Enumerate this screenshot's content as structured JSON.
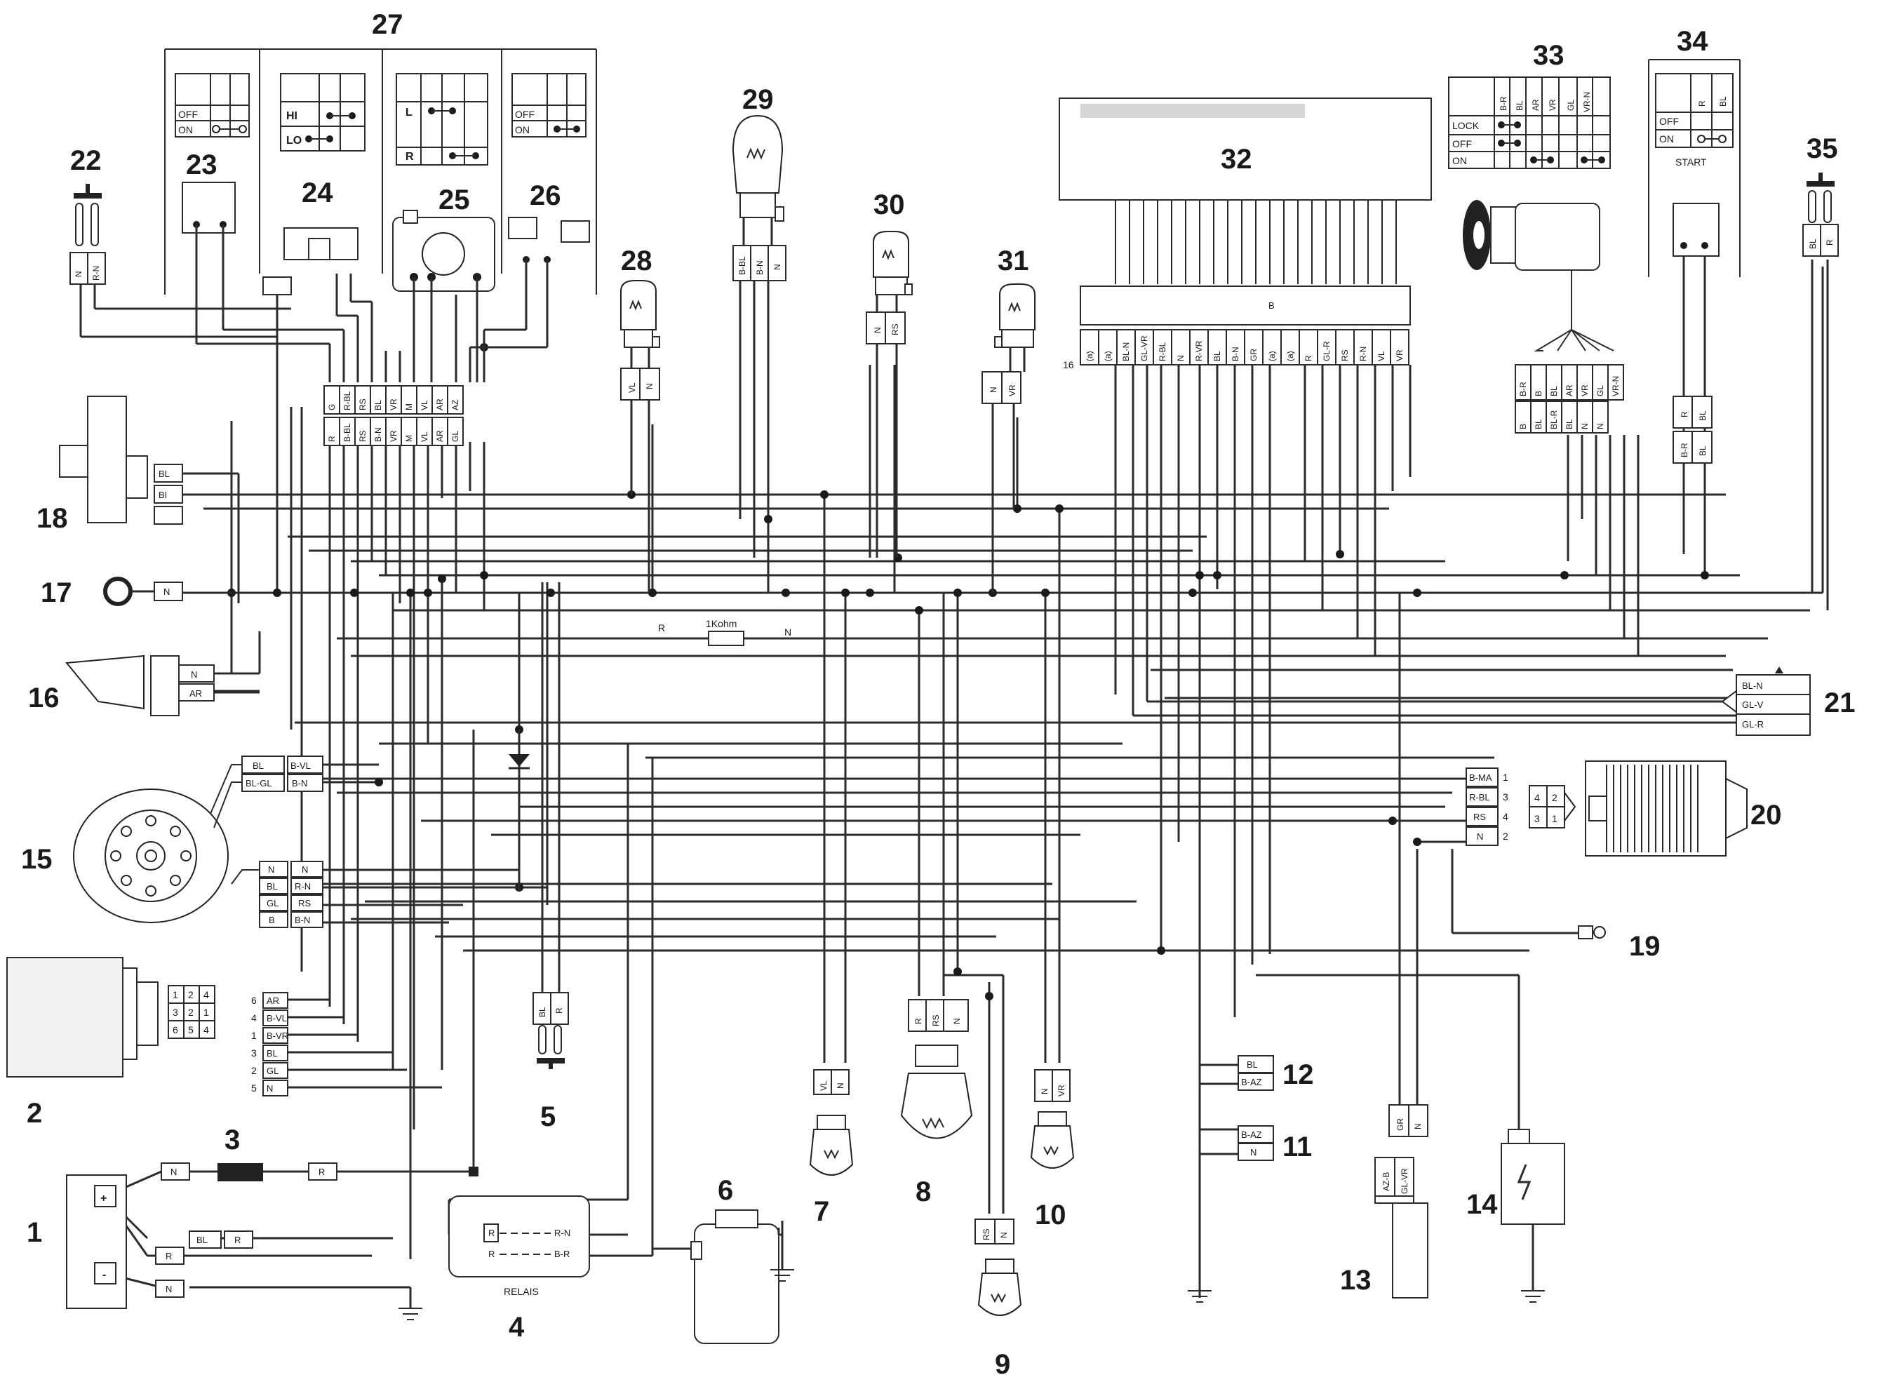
{
  "numbers": {
    "n1": "1",
    "n2": "2",
    "n3": "3",
    "n4": "4",
    "n5": "5",
    "n6": "6",
    "n7": "7",
    "n8": "8",
    "n9": "9",
    "n10": "10",
    "n11": "11",
    "n12": "12",
    "n13": "13",
    "n14": "14",
    "n15": "15",
    "n16": "16",
    "n17": "17",
    "n18": "18",
    "n19": "19",
    "n20": "20",
    "n21": "21",
    "n22": "22",
    "n23": "23",
    "n24": "24",
    "n25": "25",
    "n26": "26",
    "n27": "27",
    "n28": "28",
    "n29": "29",
    "n30": "30",
    "n31": "31",
    "n32": "32",
    "n33": "33",
    "n34": "34",
    "n35": "35"
  },
  "switch_tables": {
    "s23_off": "OFF",
    "s23_on": "ON",
    "s24_hi": "HI",
    "s24_lo": "LO",
    "s25_l": "L",
    "s25_r": "R",
    "s26_off": "OFF",
    "s26_on": "ON",
    "s33_lock": "LOCK",
    "s33_off": "OFF",
    "s33_on": "ON",
    "s33_h1": "B-R",
    "s33_h2": "BL",
    "s33_h3": "AR",
    "s33_h4": "VR",
    "s33_h5": "GL",
    "s33_h6": "VR-N",
    "s34_off": "OFF",
    "s34_on": "ON",
    "s34_start": "START",
    "s34_h1": "R",
    "s34_h2": "BL"
  },
  "components": {
    "relais": "RELAIS",
    "resistor": "1Kohm",
    "resistor_left": "R",
    "resistor_right": "N",
    "ecu_pin16": "16"
  },
  "wire_tags": {
    "t17": "N",
    "t18a": "BL",
    "t18b": "BI",
    "t16a": "N",
    "t16b": "AR",
    "t15a": "BL",
    "t15b": "BL-GL",
    "t15c": "B-VL",
    "t15d": "B-N",
    "t15e": "N",
    "t15f": "BL",
    "t15g": "GL",
    "t15h": "B",
    "t15i": "N",
    "t15j": "R-N",
    "t15k": "RS",
    "t15l": "B-N",
    "t2_6": "AR",
    "t2_4": "B-VL",
    "t2_1": "B-VR",
    "t2_3": "BL",
    "t2_2": "GL",
    "t2_5": "N",
    "p2_6": "6",
    "p2_4": "4",
    "p2_1": "1",
    "p2_3": "3",
    "p2_2": "2",
    "p2_5": "5",
    "t1a": "N",
    "t1b": "R",
    "t1c": "BL",
    "t1d": "R",
    "t1e": "R",
    "t1f": "N",
    "t4a": "R",
    "t4b": "R-N",
    "t4c": "R",
    "t4d": "B-R",
    "t5a": "BL",
    "t5b": "R",
    "t7a": "VL",
    "t7b": "N",
    "t8a": "R",
    "t8b": "RS",
    "t8c": "N",
    "t9a": "RS",
    "t9b": "N",
    "t10a": "N",
    "t10b": "VR",
    "t11a": "B-AZ",
    "t11b": "N",
    "t12a": "BL",
    "t12b": "B-AZ",
    "t13a": "GR",
    "t13b": "N",
    "t13c": "AZ-B",
    "t13d": "GL-VR",
    "t20a": "B-MA",
    "t20b": "R-BL",
    "t20c": "RS",
    "t20d": "N",
    "p20a": "1",
    "p20b": "3",
    "p20c": "4",
    "p20d": "2",
    "t21a": "BL-N",
    "t21b": "GL-V",
    "t21c": "GL-R",
    "t22a": "N",
    "t22b": "R-N",
    "t28a": "VL",
    "t28b": "N",
    "t29a": "B-BL",
    "t29b": "B-N",
    "t29c": "N",
    "t30a": "N",
    "t30b": "RS",
    "t31a": "N",
    "t31b": "VR",
    "t35a": "BL",
    "t35b": "R",
    "t34a": "R",
    "t34b": "BL",
    "t34c": "B-R",
    "t34d": "BL",
    "c27": [
      "G",
      "R-BL",
      "RS",
      "BL",
      "VR",
      "M",
      "VL",
      "AR",
      "AZ"
    ],
    "c27b": [
      "R",
      "B-BL",
      "RS",
      "B-N",
      "VR",
      "M",
      "VL",
      "AR",
      "GL"
    ],
    "c32": [
      "(a)",
      "(a)",
      "BL-N",
      "GL-VR",
      "R-BL",
      "N",
      "R-VR",
      "BL",
      "B-N",
      "GR",
      "(a)",
      "(a)",
      "R",
      "GL-R",
      "RS",
      "R-N",
      "VL",
      "VR"
    ],
    "c33a": [
      "B-R",
      "B",
      "BL",
      "AR",
      "VR",
      "GL",
      "VR-N"
    ],
    "c33b": [
      "B",
      "BL",
      "BL-R",
      "BL",
      "N",
      "N"
    ],
    "c32top": "B"
  }
}
